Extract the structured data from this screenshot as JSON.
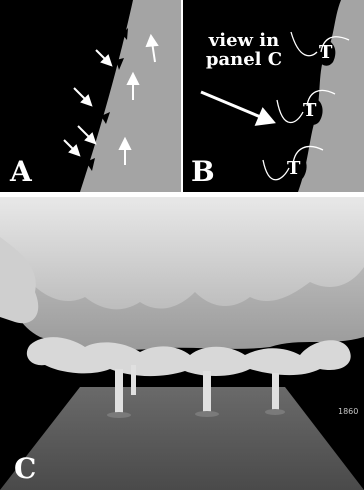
{
  "panels": {
    "a": {
      "label": "A"
    },
    "b": {
      "label": "B",
      "annotation_line1": "view in",
      "annotation_line2": "panel C",
      "marker_label": "T"
    },
    "c": {
      "label": "C",
      "frame_number": "1860"
    }
  },
  "colors": {
    "dark": "#000000",
    "gray": "#a0a0a0",
    "light": "#ffffff"
  }
}
